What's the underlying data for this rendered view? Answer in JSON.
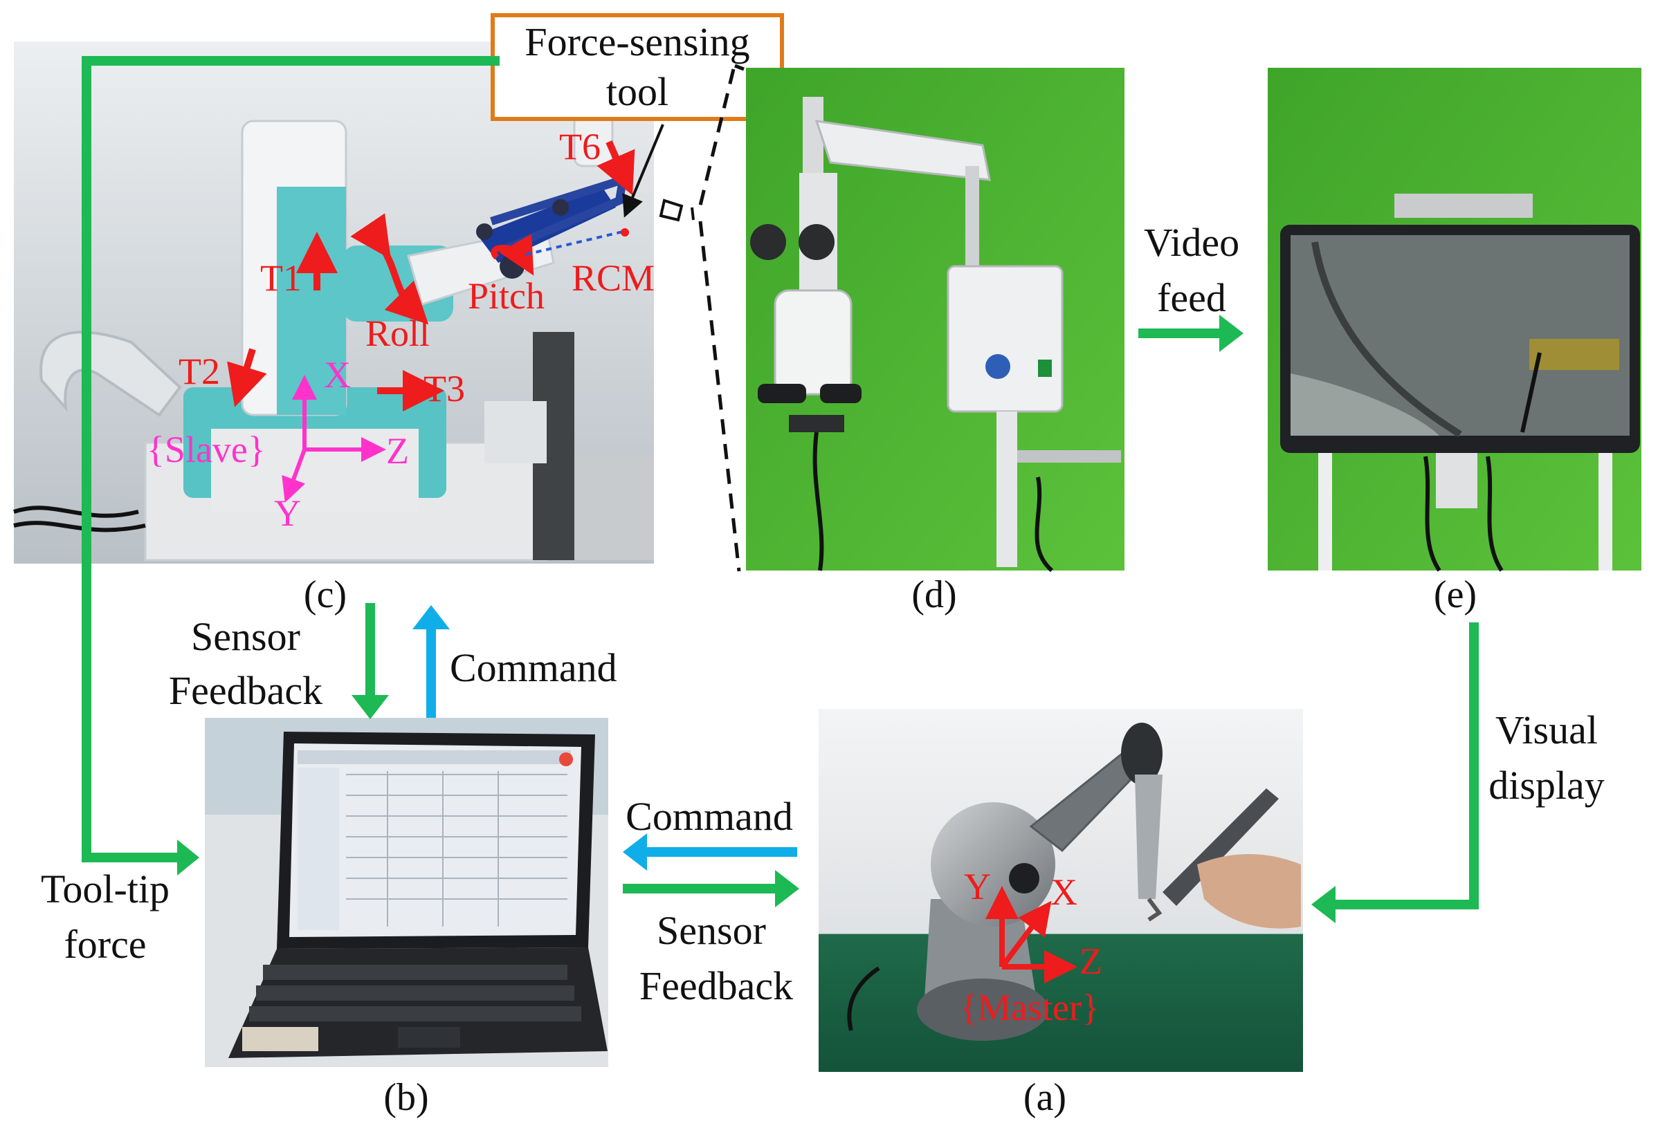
{
  "colors": {
    "feedback_arrow": "#1db954",
    "command_arrow": "#10aee8",
    "axis_red": "#ee1c1c",
    "axis_magenta": "#ff33cc",
    "callout_border": "#e07b1a",
    "green_screen": "#4caf2a"
  },
  "panels": {
    "a": {
      "caption": "(a)",
      "photo": "haptic-master-device-photo"
    },
    "b": {
      "caption": "(b)",
      "photo": "laptop-controller-photo"
    },
    "c": {
      "caption": "(c)",
      "photo": "slave-robot-photo"
    },
    "d": {
      "caption": "(d)",
      "photo": "surgical-microscope-photo"
    },
    "e": {
      "caption": "(e)",
      "photo": "display-monitor-photo"
    }
  },
  "labels": {
    "force_tool": [
      "Force-sensing",
      "tool"
    ],
    "video_feed": [
      "Video",
      "feed"
    ],
    "visual_display": [
      "Visual",
      "display"
    ],
    "sensor_feedback_top": [
      "Sensor",
      "Feedback"
    ],
    "command_top": "Command",
    "command_bottom": "Command",
    "sensor_feedback_bottom": [
      "Sensor",
      "Feedback"
    ],
    "tool_tip_force": [
      "Tool-tip",
      "force"
    ]
  },
  "slave_annotations": {
    "T1": "T1",
    "T2": "T2",
    "T3": "T3",
    "T6": "T6",
    "roll": "Roll",
    "pitch": "Pitch",
    "rcm": "RCM",
    "frame": "{Slave}",
    "x": "X",
    "y": "Y",
    "z": "Z"
  },
  "master_annotations": {
    "frame": "{Master}",
    "x": "X",
    "y": "Y",
    "z": "Z"
  }
}
